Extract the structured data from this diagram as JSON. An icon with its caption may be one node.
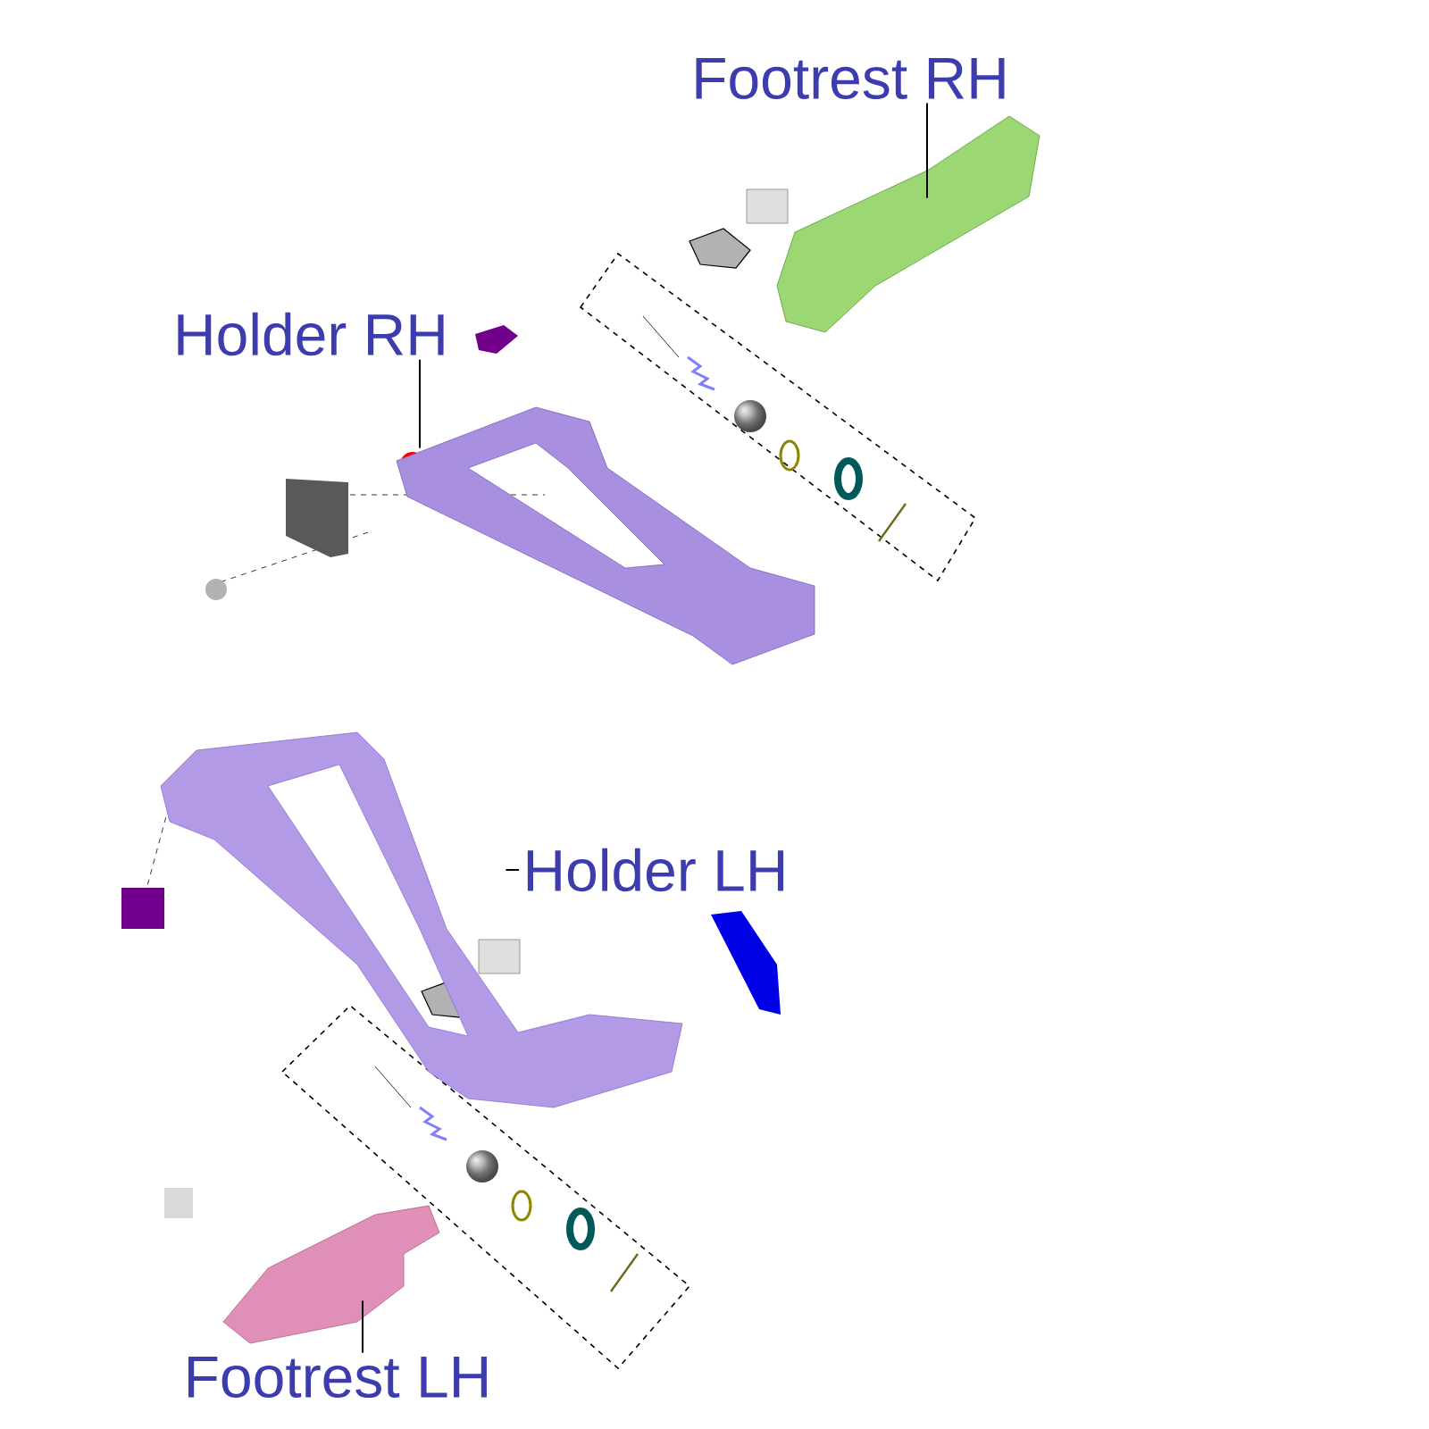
{
  "diagram": {
    "nodes": [
      {
        "text": [
          "Footrest RH"
        ]
      },
      {
        "text": [],
        "shape": "picture"
      },
      {
        "text": [
          "Holder RH"
        ]
      },
      {
        "text": [],
        "shape": "picture"
      },
      {
        "text": [
          "Holder LH"
        ]
      },
      {
        "text": [],
        "shape": "picture"
      },
      {
        "text": [
          "Footrest LH"
        ]
      },
      {
        "text": [],
        "shape": "picture"
      }
    ],
    "edges": [
      {
        "from": 0,
        "to": 1,
        "arrow": "none"
      },
      {
        "from": 2,
        "to": 3,
        "arrow": "none"
      },
      {
        "from": 4,
        "to": 5,
        "arrow": "none"
      },
      {
        "from": 6,
        "to": 7,
        "arrow": "none"
      }
    ]
  }
}
